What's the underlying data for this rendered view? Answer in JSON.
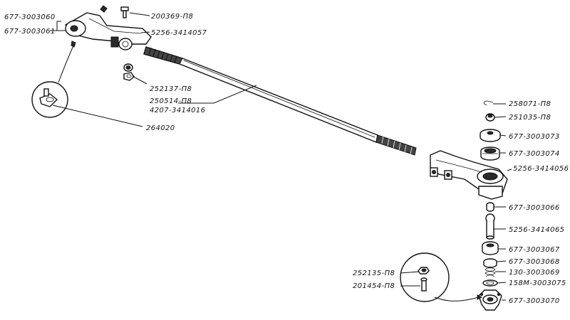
{
  "labels": {
    "l677_3003060": "677-3003060",
    "l677_3003061": "677-3003061",
    "l200369": "200369-П8",
    "l5256_3414057": "5256-3414057",
    "l252137": "252137-П8",
    "l250514": "250514-П8",
    "l4207_3414016": "4207-3414016",
    "l264020": "264020",
    "l258071": "258071-П8",
    "l251035": "251035-П8",
    "l677_3003073": "677-3003073",
    "l677_3003074": "677-3003074",
    "l5256_3414056": "5256-3414056",
    "l677_3003066": "677-3003066",
    "l5256_3414065": "5256-3414065",
    "l677_3003067": "677-3003067",
    "l677_3003068": "677-3003068",
    "l130_3003069": "130-3003069",
    "l158M_3003075": "158М-3003075",
    "l677_3003070": "677-3003070",
    "l252135": "252135-П8",
    "l201454": "201454-П8"
  }
}
